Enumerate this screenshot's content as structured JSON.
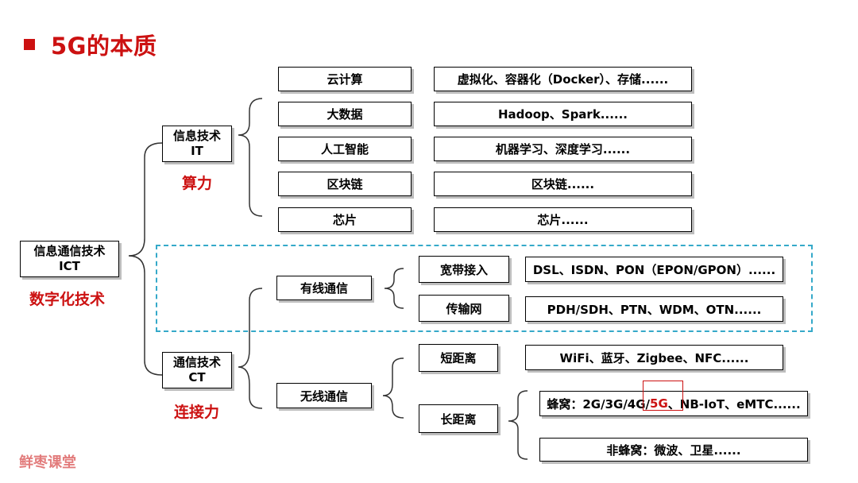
{
  "colors": {
    "accent": "#cc1111",
    "dashed": "#35a9c9",
    "shadow": "#bdbdbd"
  },
  "title": "5G的本质",
  "root": {
    "line1": "信息通信技术",
    "line2": "ICT",
    "label": "数字化技术"
  },
  "it": {
    "line1": "信息技术",
    "line2": "IT",
    "label": "算力",
    "items": [
      {
        "name": "云计算",
        "desc": "虚拟化、容器化（Docker）、存储......"
      },
      {
        "name": "大数据",
        "desc": "Hadoop、Spark......"
      },
      {
        "name": "人工智能",
        "desc": "机器学习、深度学习......"
      },
      {
        "name": "区块链",
        "desc": "区块链......"
      },
      {
        "name": "芯片",
        "desc": "芯片......"
      }
    ]
  },
  "ct": {
    "line1": "通信技术",
    "line2": "CT",
    "label": "连接力",
    "wired": {
      "name": "有线通信",
      "items": [
        {
          "name": "宽带接入",
          "desc": "DSL、ISDN、PON（EPON/GPON）......"
        },
        {
          "name": "传输网",
          "desc": "PDH/SDH、PTN、WDM、OTN......"
        }
      ]
    },
    "wireless": {
      "name": "无线通信",
      "short": {
        "name": "短距离",
        "desc": "WiFi、蓝牙、Zigbee、NFC......"
      },
      "long": {
        "name": "长距离",
        "cellular": {
          "prefix": "蜂窝：2G/3G/4G/",
          "highlight": "5G",
          "suffix": "、NB-IoT、eMTC......"
        },
        "noncellular": "非蜂窝：微波、卫星......"
      }
    }
  },
  "watermark": "鲜枣课堂"
}
